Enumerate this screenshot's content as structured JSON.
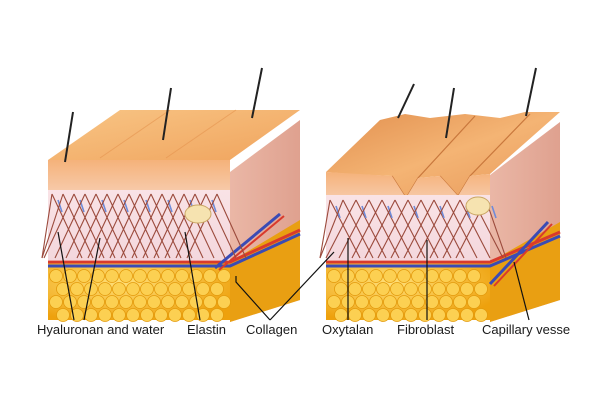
{
  "labels": {
    "hyaluronan": "Hyaluronan and water",
    "elastin": "Elastin",
    "collagen": "Collagen",
    "oxytalan": "Oxytalan",
    "fibroblast": "Fibroblast",
    "capillary": "Capillary vesse"
  },
  "colors": {
    "epidermis": "#f2a866",
    "epidermis_top": "#f7bf80",
    "dermis": "#f6dfe3",
    "fat": "#f3b21b",
    "collagen": "#9b4a3c",
    "elastin": "#6f8bd8",
    "artery": "#d93a2c",
    "vein": "#3a4bb5"
  }
}
